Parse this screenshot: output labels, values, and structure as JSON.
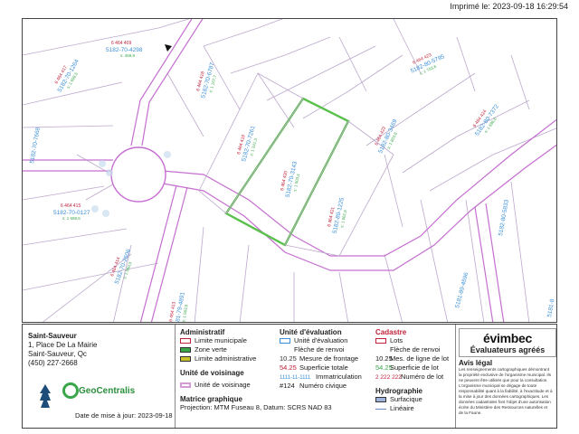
{
  "header": {
    "printed": "Imprimé le: 2023-09-18 16:29:54"
  },
  "map": {
    "colors": {
      "lot_line": "#c8b6d6",
      "admin_limit": "#c56fd0",
      "selected": "#5cc04e",
      "street": "#a06aa8",
      "hydro": "#8aa0c8"
    },
    "selected_lot": {
      "lot": "6 464 420",
      "matricule": "5182-70-3143",
      "area": "s: 1 503,4"
    },
    "lots": [
      {
        "lot": "6 464 409",
        "matricule": "5182-70-4298",
        "area": "s: 459,8"
      },
      {
        "lot": "6 464 417",
        "matricule": "5182-70-1264",
        "area": "s: 1 698,5"
      },
      {
        "lot": "6 464 418",
        "matricule": "5182-70-6787",
        "area": "s: 1 167,7"
      },
      {
        "lot": "6 464 419",
        "matricule": "5182-70-7261",
        "area": "s: 1 341,3"
      },
      {
        "lot": "6 464 421",
        "matricule": "5182-80-1225",
        "area": "s: 1 662,9"
      },
      {
        "lot": "6 464 422",
        "matricule": "5182-80-3469",
        "area": "s: 1 803,8"
      },
      {
        "lot": "6 464 423",
        "matricule": "5182-80-5795",
        "area": "s: 1 703,6"
      },
      {
        "lot": "6 464 424",
        "matricule": "5182-80-7372",
        "area": "s: 1 696,6"
      },
      {
        "lot": "6 464 415",
        "matricule": "5182-70-0127",
        "area": "s: 1 698,6"
      },
      {
        "lot": "6 464 414",
        "matricule": "5182-70-2606",
        "area": "s: 1 860,3"
      },
      {
        "lot": "6 464 413",
        "matricule": "5181-79-4891",
        "area": "s: 1 563,8"
      },
      {
        "lot": "",
        "matricule": "5182-80-5833",
        "area": ""
      },
      {
        "lot": "",
        "matricule": "5181-89-4596",
        "area": ""
      },
      {
        "lot": "",
        "matricule": "5182-70-7668",
        "area": ""
      },
      {
        "lot": "",
        "matricule": "5181-8",
        "area": ""
      }
    ]
  },
  "org": {
    "name": "Saint-Sauveur",
    "address1": "1, Place De La Mairie",
    "address2": "Saint-Sauveur, Qc",
    "phone": "(450) 227-2668",
    "update_date": "Date de mise à jour: 2023-09-18",
    "partner": "GeoCentralis"
  },
  "legend": {
    "admin": {
      "title": "Administratif",
      "items": [
        {
          "label": "Limite municipale",
          "color": "#c0213a"
        },
        {
          "label": "Zone verte",
          "color": "#3aa64a"
        },
        {
          "label": "Limite administrative",
          "color": "#c9c22b"
        }
      ]
    },
    "neighbourhood": {
      "title": "Unité de voisinage",
      "label": "Unité de voisinage",
      "color": "#d59ad8"
    },
    "eval": {
      "title": "Unité d'évaluation",
      "items": [
        {
          "symbol": "",
          "label": "Unité d'évaluation"
        },
        {
          "symbol": "",
          "label": "Flèche de renvoi"
        },
        {
          "symbol": "10.25",
          "label": "Mesure de frontage"
        },
        {
          "symbol": "54.25",
          "label": "Superficie totale"
        },
        {
          "symbol": "1111-11-1111",
          "label": "Immatriculation"
        },
        {
          "symbol": "#124",
          "label": "Numéro civique"
        }
      ]
    },
    "cadastre": {
      "title": "Cadastre",
      "items": [
        {
          "symbol": "",
          "label": "Lots"
        },
        {
          "symbol": "",
          "label": "Flèche de renvoi"
        },
        {
          "symbol": "10.25",
          "label": "Mes. de ligne de lot"
        },
        {
          "symbol": "54.25",
          "label": "Superficie de lot"
        },
        {
          "symbol": "2 222 222",
          "label": "Numéro de lot"
        }
      ]
    },
    "hydro": {
      "title": "Hydrographie",
      "items": [
        {
          "label": "Surfacique"
        },
        {
          "label": "Linéaire"
        }
      ]
    },
    "projection": {
      "title": "Matrice graphique",
      "text": "Projection: MTM Fuseau 8, Datum: SCRS NAD 83"
    }
  },
  "evaluator": {
    "brand": "évimbec",
    "subtitle": "Évaluateurs agréés",
    "avis_title": "Avis légal",
    "avis_text": "Les renseignements cartographiques démontrant la propriété exclusive de l'organisme municipal. Ils ne peuvent être utilisés que pour la consultation. L'organisme municipal se dégage de toute responsabilité quant à la fiabilité, à l'exactitude et à la mise à jour des données cartographiques. Les données cadastrales font l'objet d'une autorisation écrite du Ministère des Ressources naturelles et de la Faune."
  }
}
